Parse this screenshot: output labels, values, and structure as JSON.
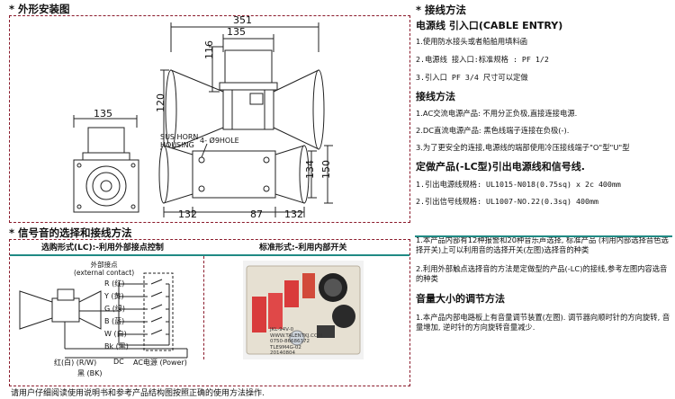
{
  "left": {
    "title1": "* 外形安装图",
    "title2": "* 信号音的选择和接线方法",
    "dims": {
      "d351": "351",
      "d135top": "135",
      "d116": "116",
      "d120": "120",
      "d135side": "135",
      "d134": "134",
      "d150": "150",
      "d132a": "132",
      "d87": "87",
      "d132b": "132"
    },
    "labels": {
      "hole1": "SUS HORN",
      "hole2": "HOUSING",
      "hole3": "4- Ø9HOLE"
    },
    "sub_lc": "选购形式(LC):-利用外部接点控制",
    "sub_std": "标准形式:-利用内部开关",
    "contact_title1": "外部接点",
    "contact_title2": "(external contact)",
    "wires": [
      {
        "letter": "R",
        "color": "(红)"
      },
      {
        "letter": "Y",
        "color": "(黄)"
      },
      {
        "letter": "G",
        "color": "(绿)"
      },
      {
        "letter": "B",
        "color": "(蓝)"
      },
      {
        "letter": "W",
        "color": "(白)"
      },
      {
        "letter": "Bk",
        "color": "(黑)"
      }
    ],
    "power": {
      "left": "红(白) (R/W)",
      "dc": "DC",
      "ac": "AC电源 (Power)",
      "black": "黑 (BK)"
    },
    "pcb": {
      "brand": "JKL-94V-0",
      "site": "WWW.TALENTKJ.COM",
      "phone": "0750-86686372",
      "model": "TLE9M4G-02",
      "date": "20140804"
    },
    "footer": "请用户仔细阅读使用说明书和参考产品结构图按照正确的使用方法操作."
  },
  "right": {
    "title": "* 接线方法",
    "cable_head": "电源线  引入口(CABLE ENTRY)",
    "cable_items": [
      "1.使用防水接头或者船舶用填料函",
      "2.电源线 接入口:标准规格 : PF 1/2",
      "3.引入口 PF 3/4 尺寸可以定做"
    ],
    "wiring_head": "接线方法",
    "wiring_items": [
      "1.AC交流电源产品: 不用分正负极,直接连接电源.",
      "2.DC直流电源产品: 黑色线端子连接在负极(-).",
      "3.为了更安全的连接,电源线的端部使用冷压接线端子\"O\"型\"U\"型"
    ],
    "custom_head": "定做产品(-LC型)引出电源线和信号线.",
    "custom_items": [
      "1.引出电源线规格: UL1015-N018(0.75sq) x 2c 400mm",
      "2.引出信号线规格: UL1007-NO.22(0.3sq) 400mm"
    ],
    "sound_items": [
      "1.本产品内部有12种报警和20种音乐声选择, 标准产品 (利用内部选择音色选择开关)上可以利用音的选择开关(左图)选择音的种类",
      "2.利用外部触点选择音的方法是定做型的产品(-LC)的接线,参考左图内容选音的种类"
    ],
    "volume_head": "音量大小的调节方法",
    "volume_items": [
      "1.本产品内部电路板上有音量调节装置(左图). 调节器向顺时针的方向旋转, 音量增加, 逆时针的方向旋转音量减少."
    ]
  }
}
